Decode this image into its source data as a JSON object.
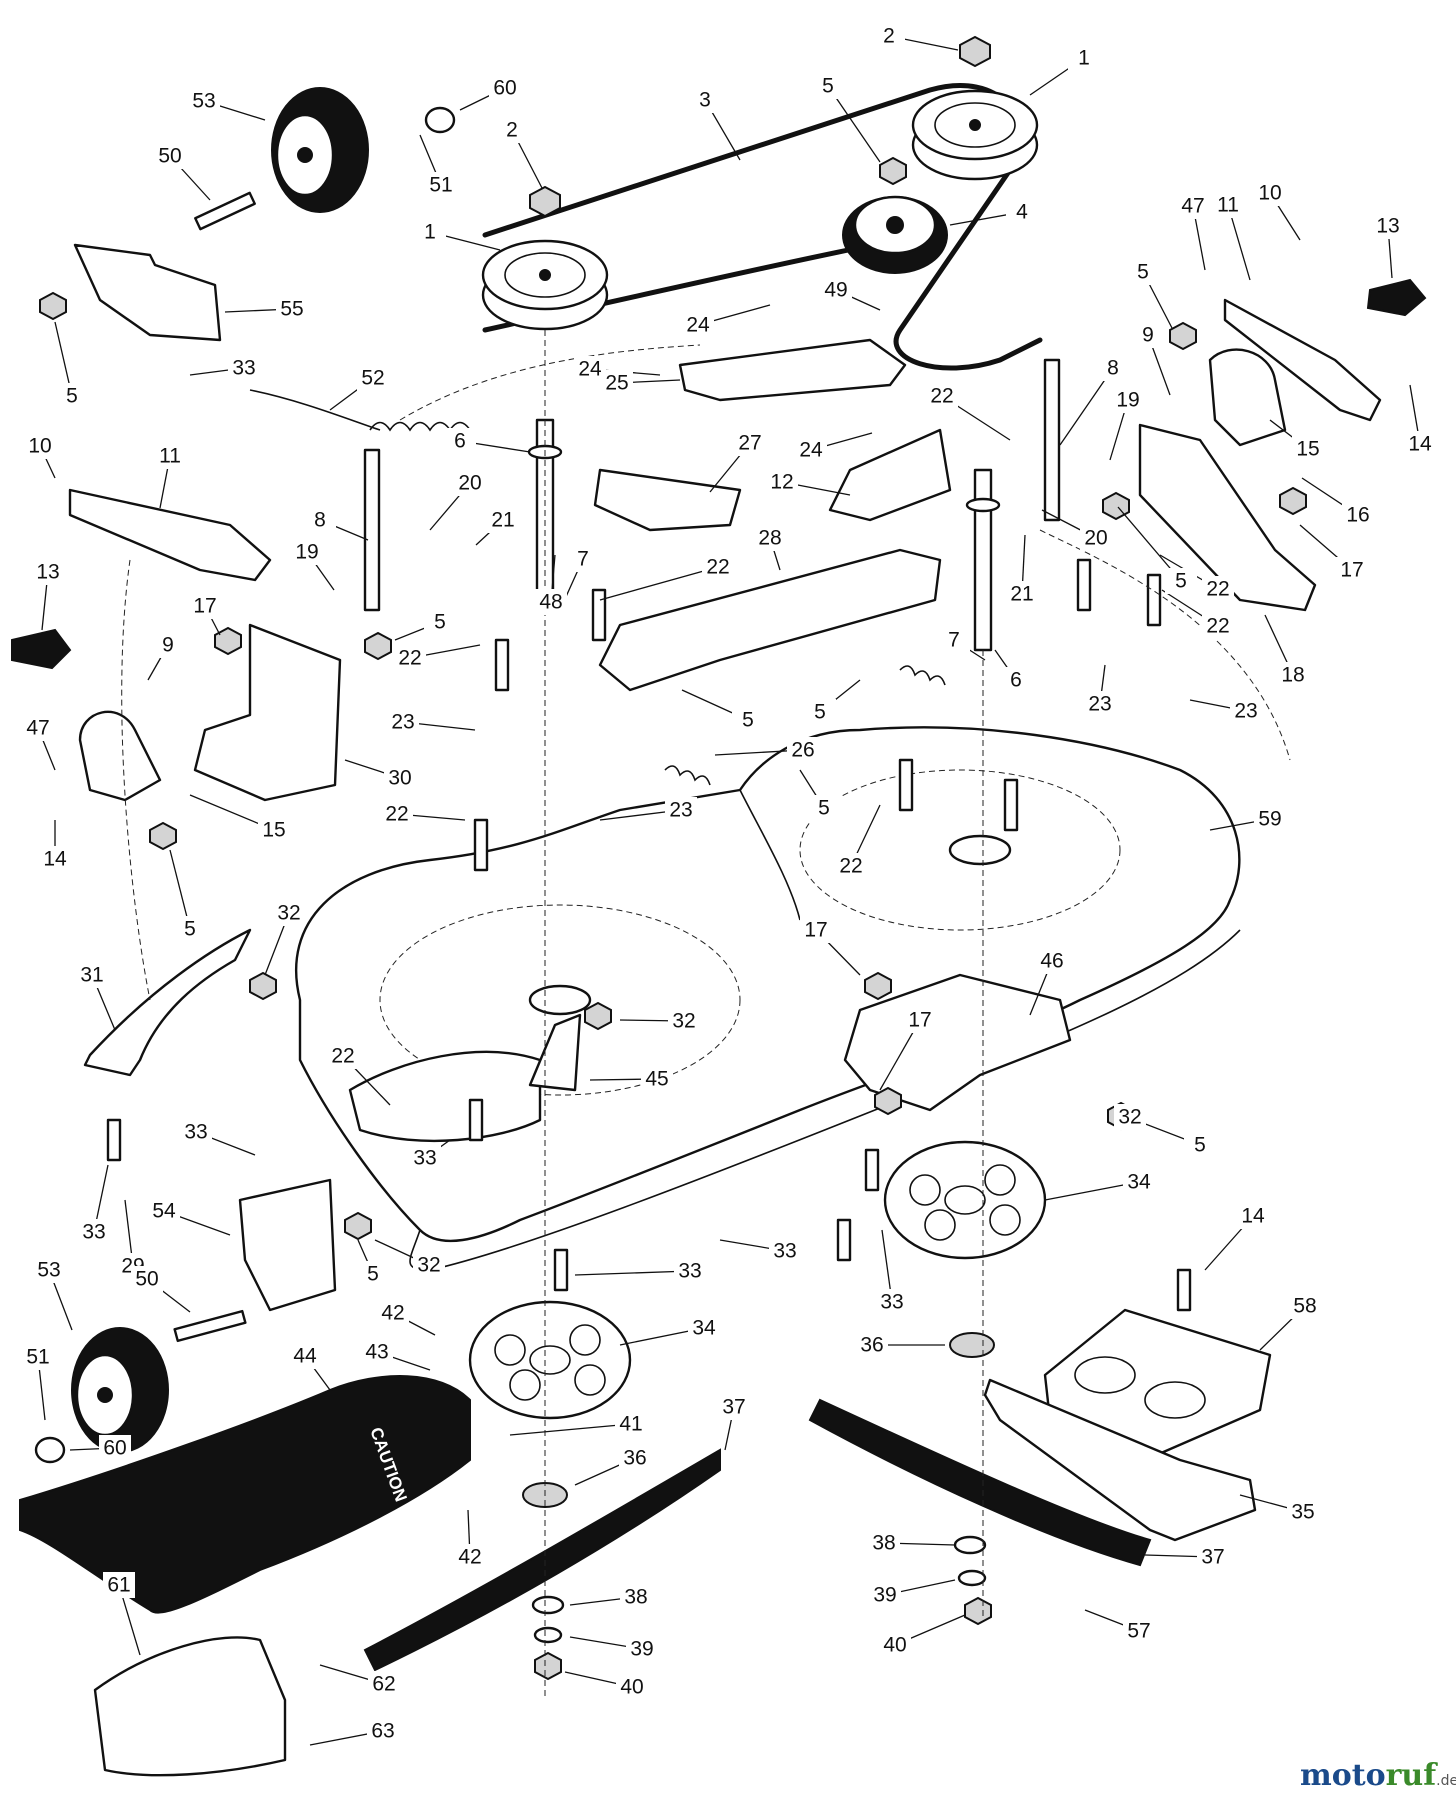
{
  "diagram": {
    "callouts": [
      {
        "id": "c01",
        "text": "1"
      },
      {
        "id": "c02",
        "text": "1"
      },
      {
        "id": "c03",
        "text": "2"
      },
      {
        "id": "c04",
        "text": "2"
      },
      {
        "id": "c05",
        "text": "3"
      },
      {
        "id": "c06",
        "text": "4"
      },
      {
        "id": "c07",
        "text": "5"
      },
      {
        "id": "c08",
        "text": "5"
      },
      {
        "id": "c09",
        "text": "5"
      },
      {
        "id": "c10",
        "text": "5"
      },
      {
        "id": "c11",
        "text": "5"
      },
      {
        "id": "c12",
        "text": "5"
      },
      {
        "id": "c13",
        "text": "5"
      },
      {
        "id": "c14",
        "text": "5"
      },
      {
        "id": "c15",
        "text": "5"
      },
      {
        "id": "c16",
        "text": "5"
      },
      {
        "id": "c17",
        "text": "5"
      },
      {
        "id": "c18",
        "text": "6"
      },
      {
        "id": "c19",
        "text": "6"
      },
      {
        "id": "c20",
        "text": "7"
      },
      {
        "id": "c21",
        "text": "7"
      },
      {
        "id": "c22",
        "text": "8"
      },
      {
        "id": "c23",
        "text": "8"
      },
      {
        "id": "c24",
        "text": "9"
      },
      {
        "id": "c25",
        "text": "9"
      },
      {
        "id": "c26",
        "text": "10"
      },
      {
        "id": "c27",
        "text": "10"
      },
      {
        "id": "c28",
        "text": "11"
      },
      {
        "id": "c29",
        "text": "11"
      },
      {
        "id": "c30",
        "text": "12"
      },
      {
        "id": "c31",
        "text": "13"
      },
      {
        "id": "c32",
        "text": "13"
      },
      {
        "id": "c33",
        "text": "14"
      },
      {
        "id": "c34",
        "text": "14"
      },
      {
        "id": "c35",
        "text": "14"
      },
      {
        "id": "c36",
        "text": "15"
      },
      {
        "id": "c37",
        "text": "15"
      },
      {
        "id": "c38",
        "text": "16"
      },
      {
        "id": "c39",
        "text": "17"
      },
      {
        "id": "c40",
        "text": "17"
      },
      {
        "id": "c41",
        "text": "17"
      },
      {
        "id": "c42",
        "text": "17"
      },
      {
        "id": "c43",
        "text": "18"
      },
      {
        "id": "c44",
        "text": "19"
      },
      {
        "id": "c45",
        "text": "19"
      },
      {
        "id": "c46",
        "text": "20"
      },
      {
        "id": "c47",
        "text": "20"
      },
      {
        "id": "c48",
        "text": "21"
      },
      {
        "id": "c49",
        "text": "21"
      },
      {
        "id": "c50",
        "text": "22"
      },
      {
        "id": "c51",
        "text": "22"
      },
      {
        "id": "c52",
        "text": "22"
      },
      {
        "id": "c53",
        "text": "22"
      },
      {
        "id": "c54",
        "text": "22"
      },
      {
        "id": "c55",
        "text": "22"
      },
      {
        "id": "c56",
        "text": "22"
      },
      {
        "id": "c57",
        "text": "22"
      },
      {
        "id": "c58",
        "text": "23"
      },
      {
        "id": "c59",
        "text": "23"
      },
      {
        "id": "c60",
        "text": "23"
      },
      {
        "id": "c61",
        "text": "23"
      },
      {
        "id": "c62",
        "text": "24"
      },
      {
        "id": "c63",
        "text": "24"
      },
      {
        "id": "c64",
        "text": "24"
      },
      {
        "id": "c65",
        "text": "25"
      },
      {
        "id": "c66",
        "text": "26"
      },
      {
        "id": "c67",
        "text": "27"
      },
      {
        "id": "c68",
        "text": "28"
      },
      {
        "id": "c69",
        "text": "29"
      },
      {
        "id": "c70",
        "text": "30"
      },
      {
        "id": "c71",
        "text": "31"
      },
      {
        "id": "c72",
        "text": "32"
      },
      {
        "id": "c73",
        "text": "32"
      },
      {
        "id": "c74",
        "text": "32"
      },
      {
        "id": "c75",
        "text": "32"
      },
      {
        "id": "c76",
        "text": "33"
      },
      {
        "id": "c77",
        "text": "33"
      },
      {
        "id": "c78",
        "text": "33"
      },
      {
        "id": "c79",
        "text": "33"
      },
      {
        "id": "c80",
        "text": "33"
      },
      {
        "id": "c81",
        "text": "33"
      },
      {
        "id": "c82",
        "text": "33"
      },
      {
        "id": "c83",
        "text": "34"
      },
      {
        "id": "c84",
        "text": "34"
      },
      {
        "id": "c85",
        "text": "35"
      },
      {
        "id": "c86",
        "text": "36"
      },
      {
        "id": "c87",
        "text": "36"
      },
      {
        "id": "c88",
        "text": "37"
      },
      {
        "id": "c89",
        "text": "37"
      },
      {
        "id": "c90",
        "text": "38"
      },
      {
        "id": "c91",
        "text": "38"
      },
      {
        "id": "c92",
        "text": "39"
      },
      {
        "id": "c93",
        "text": "39"
      },
      {
        "id": "c94",
        "text": "40"
      },
      {
        "id": "c95",
        "text": "40"
      },
      {
        "id": "c96",
        "text": "41"
      },
      {
        "id": "c97",
        "text": "42"
      },
      {
        "id": "c98",
        "text": "42"
      },
      {
        "id": "c99",
        "text": "43"
      },
      {
        "id": "c100",
        "text": "44"
      },
      {
        "id": "c101",
        "text": "45"
      },
      {
        "id": "c102",
        "text": "46"
      },
      {
        "id": "c103",
        "text": "47"
      },
      {
        "id": "c104",
        "text": "47"
      },
      {
        "id": "c105",
        "text": "48"
      },
      {
        "id": "c106",
        "text": "49"
      },
      {
        "id": "c107",
        "text": "50"
      },
      {
        "id": "c108",
        "text": "50"
      },
      {
        "id": "c109",
        "text": "51"
      },
      {
        "id": "c110",
        "text": "51"
      },
      {
        "id": "c111",
        "text": "52"
      },
      {
        "id": "c112",
        "text": "53"
      },
      {
        "id": "c113",
        "text": "53"
      },
      {
        "id": "c114",
        "text": "54"
      },
      {
        "id": "c115",
        "text": "55"
      },
      {
        "id": "c116",
        "text": "57"
      },
      {
        "id": "c117",
        "text": "58"
      },
      {
        "id": "c118",
        "text": "59"
      },
      {
        "id": "c119",
        "text": "60"
      },
      {
        "id": "c120",
        "text": "60"
      },
      {
        "id": "c121",
        "text": "61"
      },
      {
        "id": "c122",
        "text": "62"
      },
      {
        "id": "c123",
        "text": "63"
      }
    ],
    "caution_text": "CAUTION",
    "watermark": {
      "part1": "moto",
      "part2": "ruf",
      "part3": ".de"
    }
  }
}
